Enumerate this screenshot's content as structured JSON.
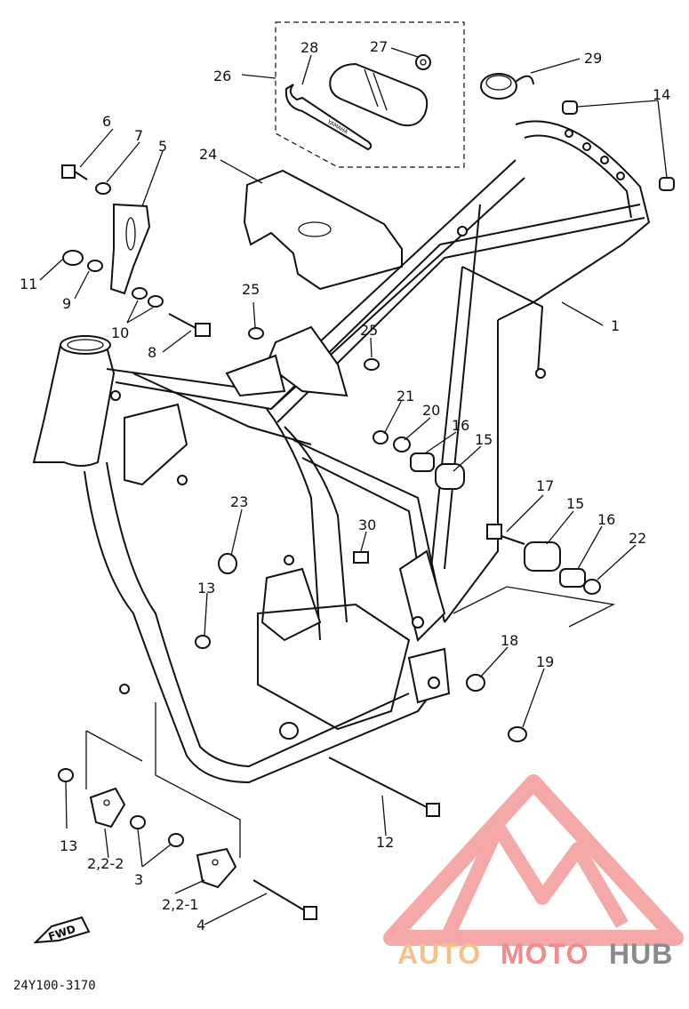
{
  "diagram": {
    "drawing_code": "24Y100-3170",
    "fwd_label": "FWD",
    "stamp_text": "YAMAHA",
    "callouts": [
      {
        "id": "1",
        "text": "1"
      },
      {
        "id": "2-2-2",
        "text": "2,2-2"
      },
      {
        "id": "2-2-1",
        "text": "2,2-1"
      },
      {
        "id": "3",
        "text": "3"
      },
      {
        "id": "4",
        "text": "4"
      },
      {
        "id": "5",
        "text": "5"
      },
      {
        "id": "6",
        "text": "6"
      },
      {
        "id": "7",
        "text": "7"
      },
      {
        "id": "8",
        "text": "8"
      },
      {
        "id": "9",
        "text": "9"
      },
      {
        "id": "10",
        "text": "10"
      },
      {
        "id": "11",
        "text": "11"
      },
      {
        "id": "12",
        "text": "12"
      },
      {
        "id": "13a",
        "text": "13"
      },
      {
        "id": "13b",
        "text": "13"
      },
      {
        "id": "14",
        "text": "14"
      },
      {
        "id": "15a",
        "text": "15"
      },
      {
        "id": "15b",
        "text": "15"
      },
      {
        "id": "16a",
        "text": "16"
      },
      {
        "id": "16b",
        "text": "16"
      },
      {
        "id": "17",
        "text": "17"
      },
      {
        "id": "18",
        "text": "18"
      },
      {
        "id": "19",
        "text": "19"
      },
      {
        "id": "20",
        "text": "20"
      },
      {
        "id": "21",
        "text": "21"
      },
      {
        "id": "22",
        "text": "22"
      },
      {
        "id": "23",
        "text": "23"
      },
      {
        "id": "24",
        "text": "24"
      },
      {
        "id": "25a",
        "text": "25"
      },
      {
        "id": "25b",
        "text": "25"
      },
      {
        "id": "26",
        "text": "26"
      },
      {
        "id": "27",
        "text": "27"
      },
      {
        "id": "28",
        "text": "28"
      },
      {
        "id": "29",
        "text": "29"
      },
      {
        "id": "30",
        "text": "30"
      }
    ]
  },
  "watermark": {
    "brand_part1": "AUTO",
    "brand_part2": "MOTO",
    "brand_part3": "HUB",
    "color_red": "#f28b8b",
    "color_orange": "#f6c08a",
    "color_grey": "#8a8a8a"
  }
}
